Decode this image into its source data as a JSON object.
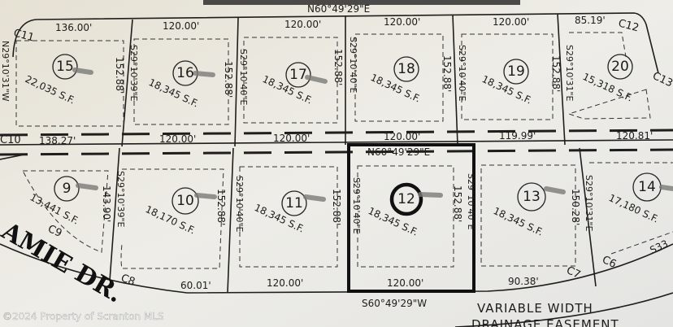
{
  "top_bearing": "N60°49'29\"E",
  "top_lots": [
    {
      "number": "15",
      "area": "22,035 S.F.",
      "front": "136.00'",
      "rear": "138.27'",
      "left_bearing": "N29°10'31\"W",
      "depth": "152.88'"
    },
    {
      "number": "16",
      "area": "18,345 S.F.",
      "front": "120.00'",
      "rear": "120.00'",
      "left_bearing": "S29°10'39\"E",
      "depth": "152.88'"
    },
    {
      "number": "17",
      "area": "18,345 S.F.",
      "front": "120.00'",
      "rear": "120.00'",
      "left_bearing": "S29°10'40\"E",
      "depth": "152.88'"
    },
    {
      "number": "18",
      "area": "18,345 S.F.",
      "front": "120.00'",
      "rear": "120.00'",
      "left_bearing": "S29°10'40\"E",
      "depth": "152.88'"
    },
    {
      "number": "19",
      "area": "18,345 S.F.",
      "front": "120.00'",
      "rear": "119.99'",
      "left_bearing": "S29°10'40\"E",
      "depth": "152.88'"
    },
    {
      "number": "20",
      "area": "15,318 S.F.",
      "front": "85.19'",
      "rear": "120.81'",
      "left_bearing": "S29°10'31\"E"
    }
  ],
  "bottom_lots": [
    {
      "number": "9",
      "area": "13,441 S.F.",
      "depth": "143.90'"
    },
    {
      "number": "10",
      "area": "18,170 S.F.",
      "left_bearing": "S29°10'39\"E",
      "depth": "152.88'",
      "front": "60.01'"
    },
    {
      "number": "11",
      "area": "18,345 S.F.",
      "left_bearing": "S29°10'40\"E",
      "depth": "152.88'",
      "front": "120.00'"
    },
    {
      "number": "12",
      "area": "18,345 S.F.",
      "rear_bearing": "N60°49'29\"E",
      "left_bearing": "S29°10'40\"E",
      "depth": "152.88'",
      "front": "120.00'",
      "front_bearing": "S60°49'29\"W",
      "highlighted": true
    },
    {
      "number": "13",
      "area": "18,345 S.F.",
      "left_bearing": "S29°10'40\"E",
      "depth": "150.28'",
      "front": "90.38'"
    },
    {
      "number": "14",
      "area": "17,180 S.F.",
      "left_bearing": "S29°10'31\"E",
      "partial_bearing": "S33"
    }
  ],
  "curves": [
    "C11",
    "C10",
    "C12",
    "C13",
    "C9",
    "C8",
    "C7",
    "C6"
  ],
  "street_name": "AMIE DR.",
  "easement": {
    "line1": "VARIABLE WIDTH",
    "line2": "DRAINAGE EASEMENT"
  },
  "watermark": "©2024 Property of Scranton MLS",
  "colors": {
    "paper": "#ecebe6",
    "ink": "#1d1c1a"
  }
}
